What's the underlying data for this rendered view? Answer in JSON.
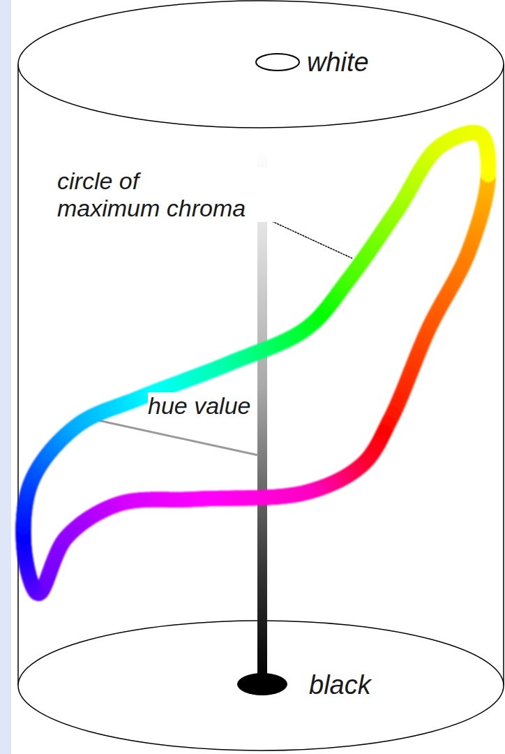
{
  "diagram": {
    "labels": [
      "white",
      "circle of maximum chroma",
      "hue value",
      "black"
    ]
  }
}
